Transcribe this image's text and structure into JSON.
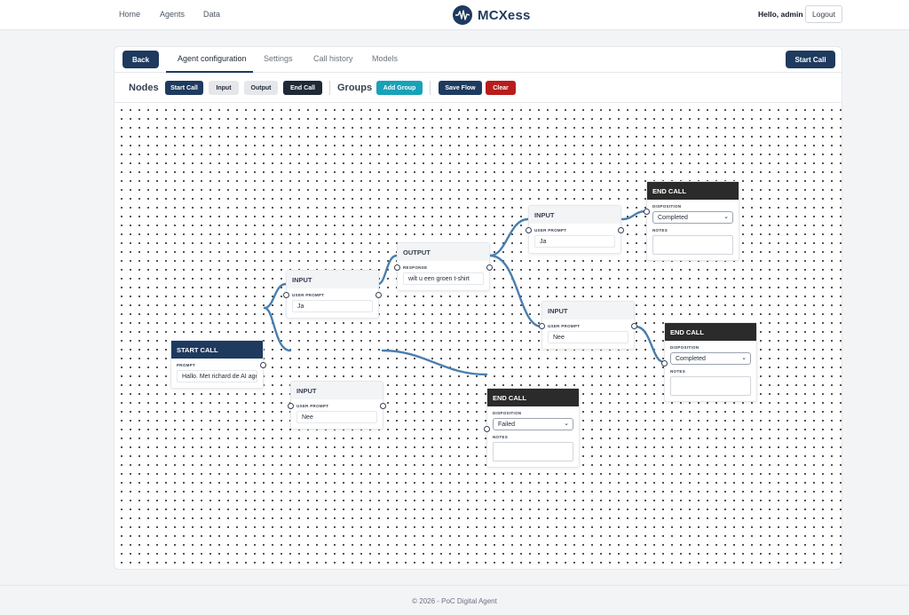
{
  "nav": {
    "home": "Home",
    "agents": "Agents",
    "data": "Data"
  },
  "brand": {
    "name": "MCXess"
  },
  "user": {
    "greeting": "Hello, admin",
    "logout": "Logout"
  },
  "tabs": {
    "back": "Back",
    "items": [
      "Agent configuration",
      "Settings",
      "Call history",
      "Models"
    ],
    "active": "Agent configuration",
    "start_call": "Start Call"
  },
  "toolbar": {
    "nodes_label": "Nodes",
    "node_buttons": [
      "Start Call",
      "Input",
      "Output",
      "End Call"
    ],
    "groups_label": "Groups",
    "add_group": "Add Group",
    "save_flow": "Save Flow",
    "clear": "Clear"
  },
  "flow": {
    "start": {
      "title": "START CALL",
      "field_label": "PROMPT",
      "value": "Hallo. Met richard de AI age"
    },
    "input1": {
      "title": "INPUT",
      "field_label": "USER PROMPT",
      "value": "Ja"
    },
    "input2": {
      "title": "INPUT",
      "field_label": "USER PROMPT",
      "value": "Nee"
    },
    "output1": {
      "title": "OUTPUT",
      "field_label": "RESPONSE",
      "value": "wilt u een groen t-shirt"
    },
    "input3": {
      "title": "INPUT",
      "field_label": "USER PROMPT",
      "value": "Ja"
    },
    "input4": {
      "title": "INPUT",
      "field_label": "USER PROMPT",
      "value": "Nee"
    },
    "end1": {
      "title": "END CALL",
      "disposition_label": "DISPOSITION",
      "disposition": "Completed",
      "notes_label": "NOTES"
    },
    "end2": {
      "title": "END CALL",
      "disposition_label": "DISPOSITION",
      "disposition": "Completed",
      "notes_label": "NOTES"
    },
    "end3": {
      "title": "END CALL",
      "disposition_label": "DISPOSITION",
      "disposition": "Failed",
      "notes_label": "NOTES"
    }
  },
  "colors": {
    "primary": "#1e3a5f",
    "edge": "#4a7fae",
    "end_header": "#2b2b2b",
    "add_group": "#17a2b8",
    "clear": "#b91c1c"
  },
  "footer": {
    "text": "© 2026 - PoC Digital Agent"
  }
}
